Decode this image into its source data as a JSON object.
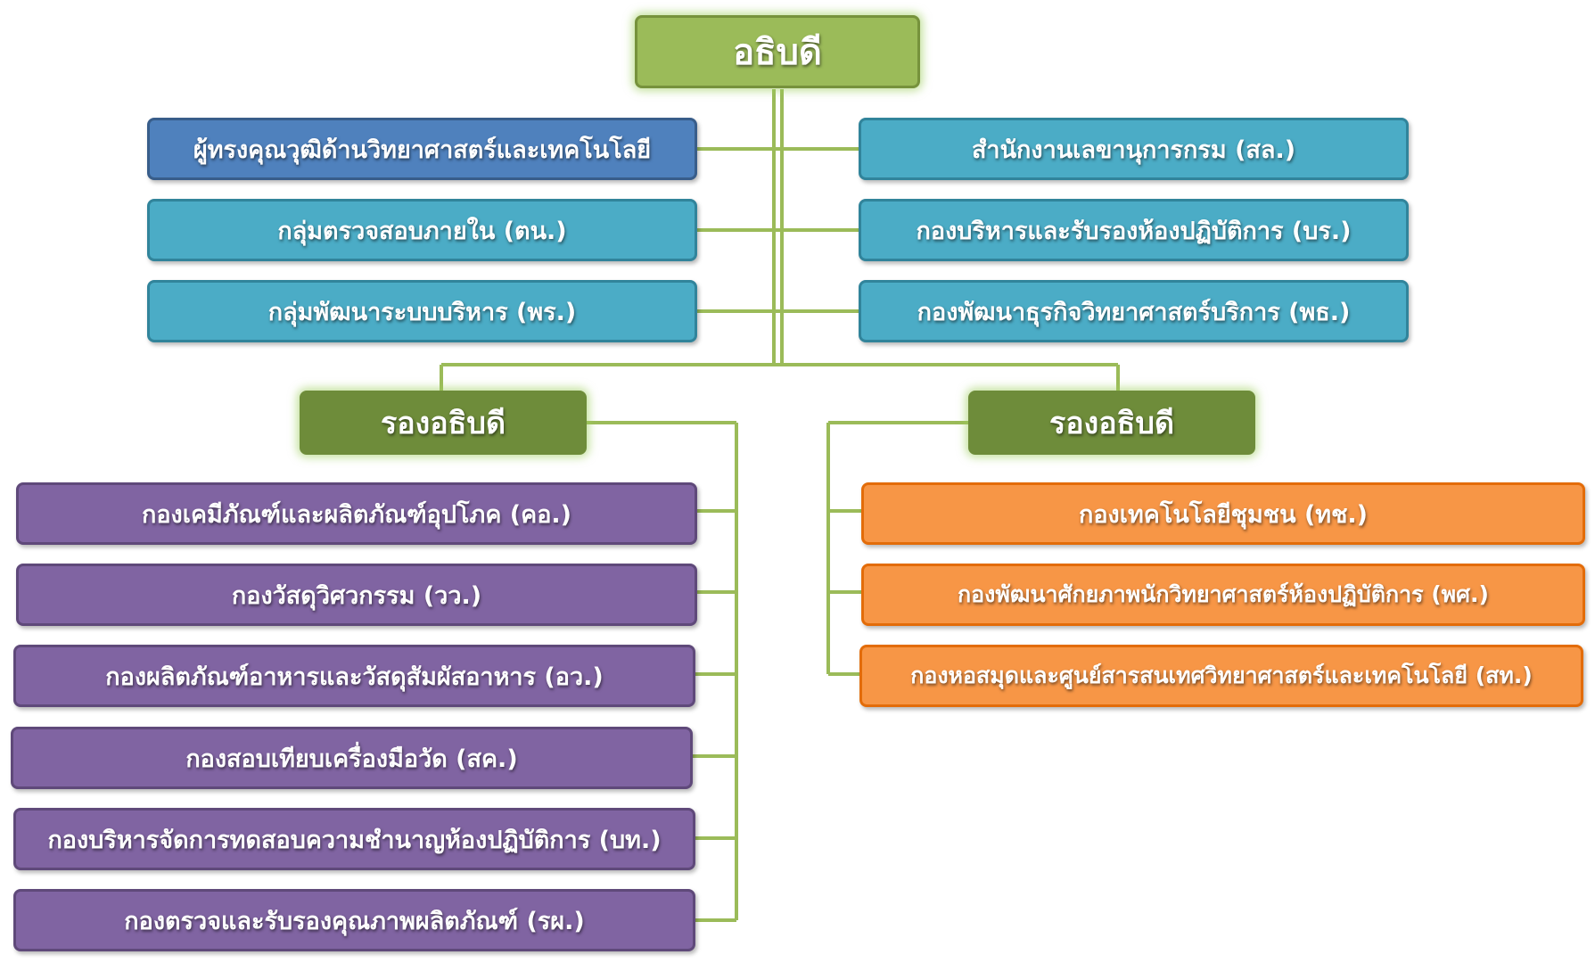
{
  "head": {
    "label": "อธิบดี"
  },
  "staff_left": [
    {
      "label": "ผู้ทรงคุณวุฒิด้านวิทยาศาสตร์และเทคโนโลยี"
    },
    {
      "label": "กลุ่มตรวจสอบภายใน (ตน.)"
    },
    {
      "label": "กลุ่มพัฒนาระบบบริหาร (พร.)"
    }
  ],
  "staff_right": [
    {
      "label": "สำนักงานเลขานุการกรม (สล.)"
    },
    {
      "label": "กองบริหารและรับรองห้องปฏิบัติการ (บร.)"
    },
    {
      "label": "กองพัฒนาธุรกิจวิทยาศาสตร์บริการ (พธ.)"
    }
  ],
  "deputy_left": {
    "label": "รองอธิบดี",
    "divisions": [
      {
        "label": "กองเคมีภัณฑ์และผลิตภัณฑ์อุปโภค (คอ.)"
      },
      {
        "label": "กองวัสดุวิศวกรรม (วว.)"
      },
      {
        "label": "กองผลิตภัณฑ์อาหารและวัสดุสัมผัสอาหาร (อว.)"
      },
      {
        "label": "กองสอบเทียบเครื่องมือวัด (สค.)"
      },
      {
        "label": "กองบริหารจัดการทดสอบความชำนาญห้องปฏิบัติการ (บท.)"
      },
      {
        "label": "กองตรวจและรับรองคุณภาพผลิตภัณฑ์ (รผ.)"
      }
    ]
  },
  "deputy_right": {
    "label": "รองอธิบดี",
    "divisions": [
      {
        "label": "กองเทคโนโลยีชุมชน (ทช.)"
      },
      {
        "label": "กองพัฒนาศักยภาพนักวิทยาศาสตร์ห้องปฏิบัติการ (พศ.)"
      },
      {
        "label": "กองหอสมุดและศูนย์สารสนเทศวิทยาศาสตร์และเทคโนโลยี (สท.)"
      }
    ]
  },
  "colors": {
    "connector": "#9bbb59",
    "head": "#9bbb59",
    "deputy": "#6e8c3a",
    "expert": "#4f81bd",
    "staff": "#4bacc6",
    "left_divisions": "#8064a2",
    "right_divisions": "#f79646"
  }
}
